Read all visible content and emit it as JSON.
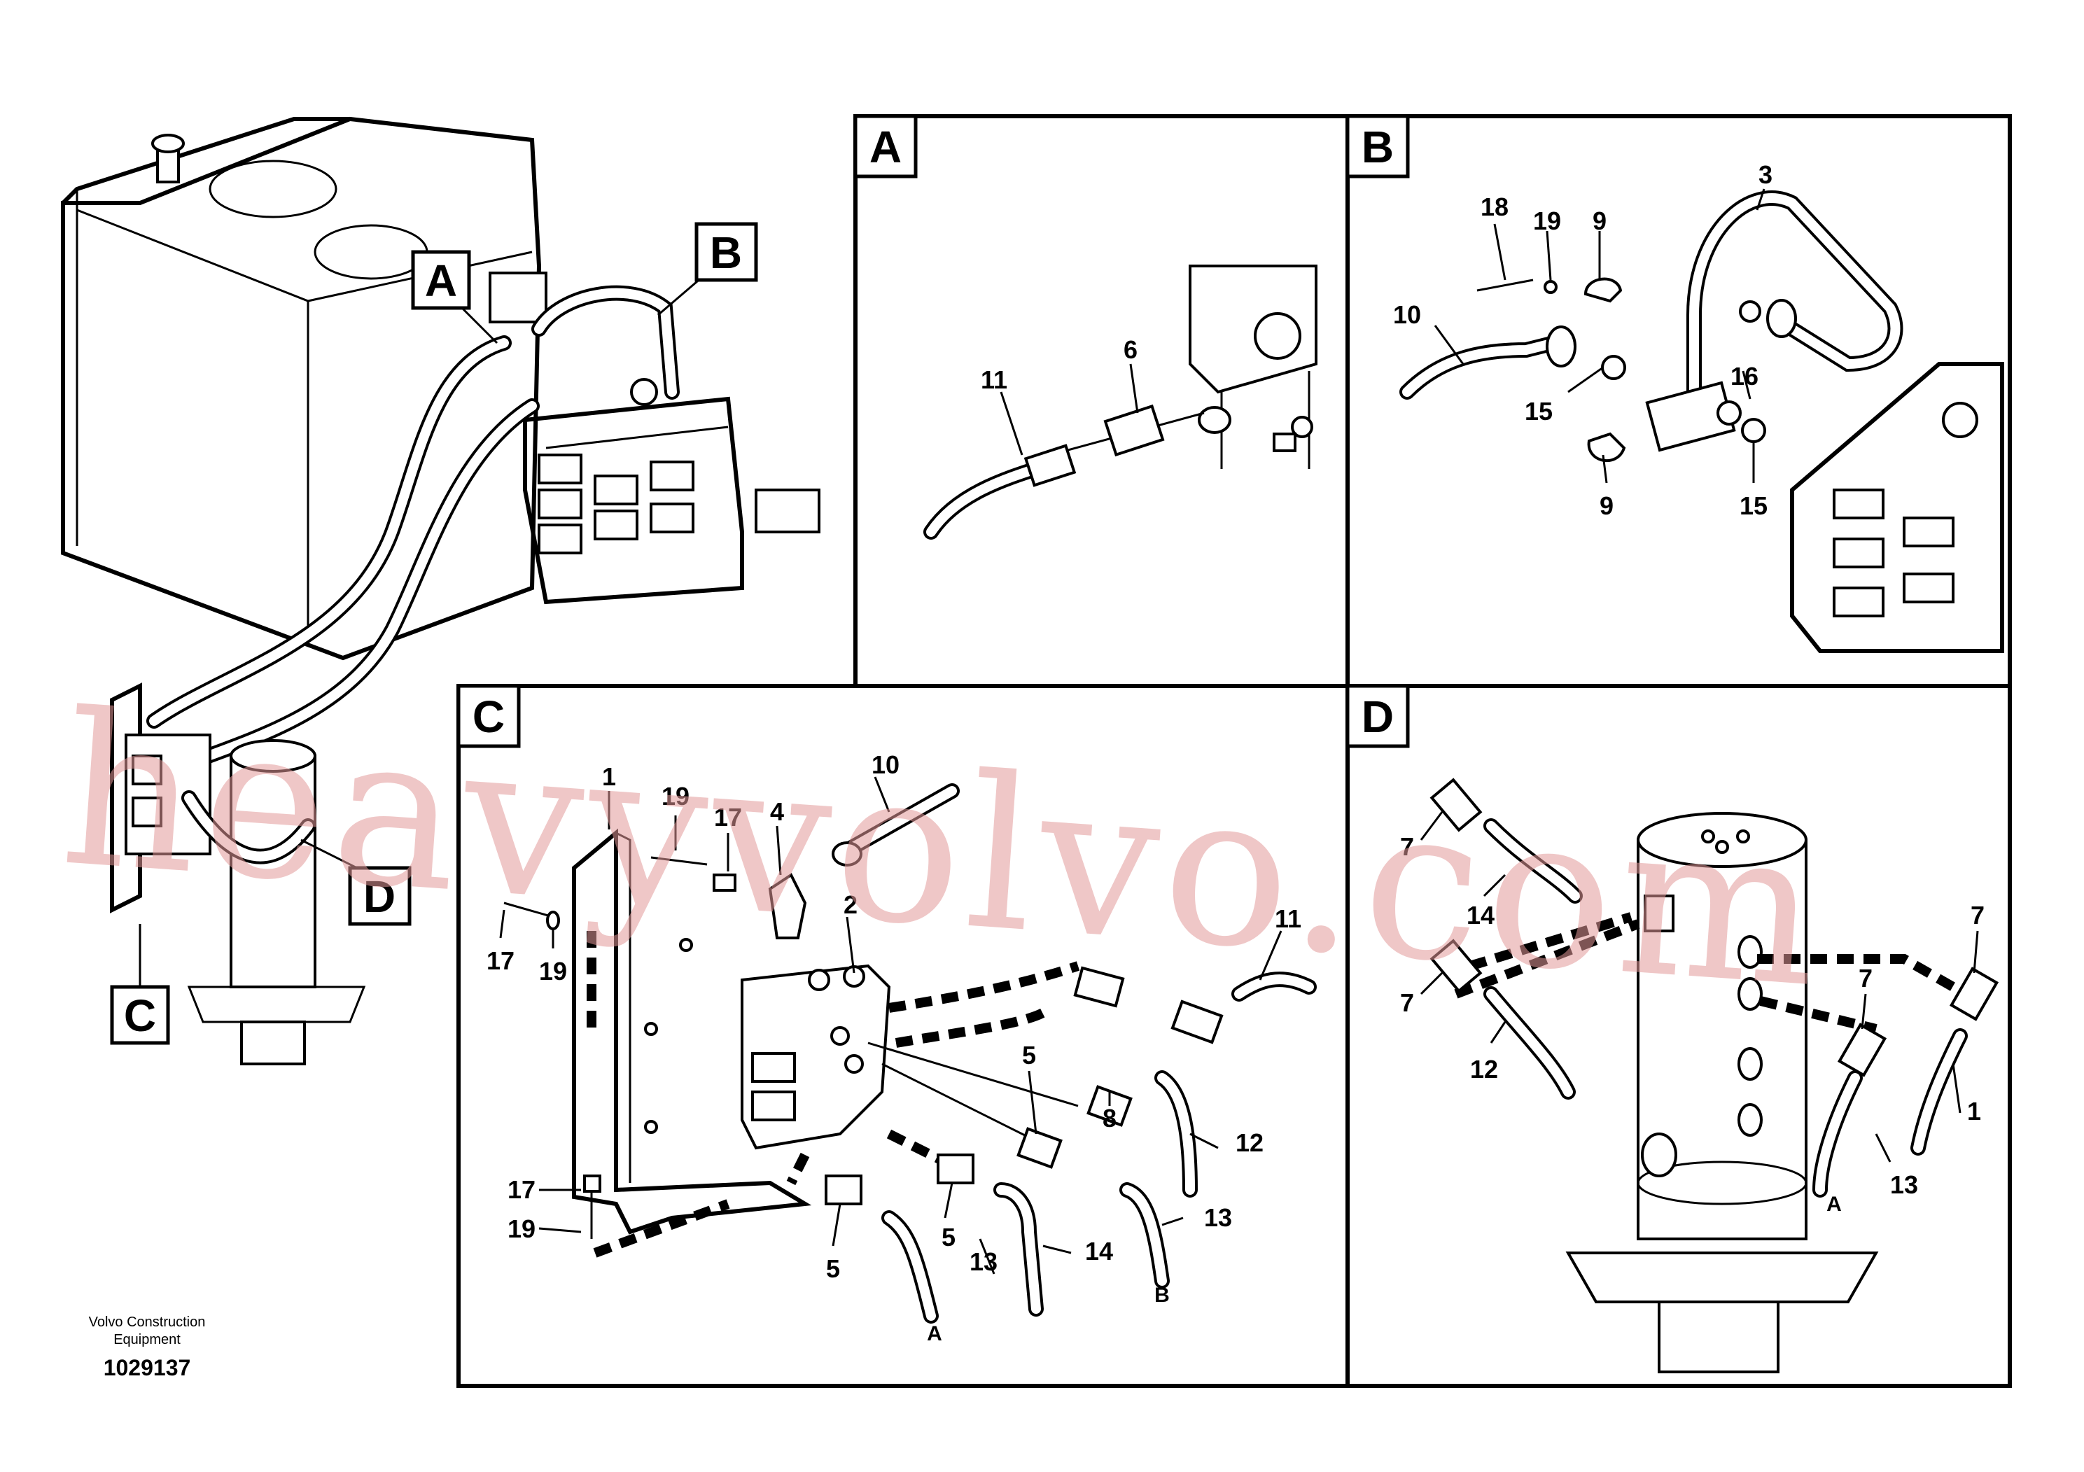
{
  "panels": {
    "a": {
      "letter": "A"
    },
    "b": {
      "letter": "B"
    },
    "c": {
      "letter": "C"
    },
    "d": {
      "letter": "D"
    }
  },
  "overview_callouts": {
    "a": "A",
    "b": "B",
    "c": "C",
    "d": "D"
  },
  "panel_a_labels": {
    "p11": "11",
    "p6": "6"
  },
  "panel_b_labels": {
    "p18": "18",
    "p19": "19",
    "p9_top": "9",
    "p3": "3",
    "p10": "10",
    "p16": "16",
    "p15_left": "15",
    "p9_bottom": "9",
    "p15_right": "15"
  },
  "panel_c_labels": {
    "p1": "1",
    "p19_top": "19",
    "p17_top": "17",
    "p4": "4",
    "p10": "10",
    "p2": "2",
    "p11": "11",
    "p17_mid": "17",
    "p19_mid": "19",
    "p5_a": "5",
    "p8": "8",
    "p12": "12",
    "p17_bot": "17",
    "p19_bot": "19",
    "p5_b": "5",
    "p5_c": "5",
    "p13_a": "13",
    "p14": "14",
    "p13_b": "13",
    "hose_a": "A",
    "hose_b": "B"
  },
  "panel_d_labels": {
    "p7_a": "7",
    "p14": "14",
    "p7_b": "7",
    "p12": "12",
    "p7_c": "7",
    "p7_d": "7",
    "p13": "13",
    "p1x": "1",
    "hose_a": "A"
  },
  "footer": {
    "company_line1": "Volvo Construction",
    "company_line2": "Equipment",
    "diagram_number": "1029137"
  },
  "watermark": "heavyvolvo.com"
}
